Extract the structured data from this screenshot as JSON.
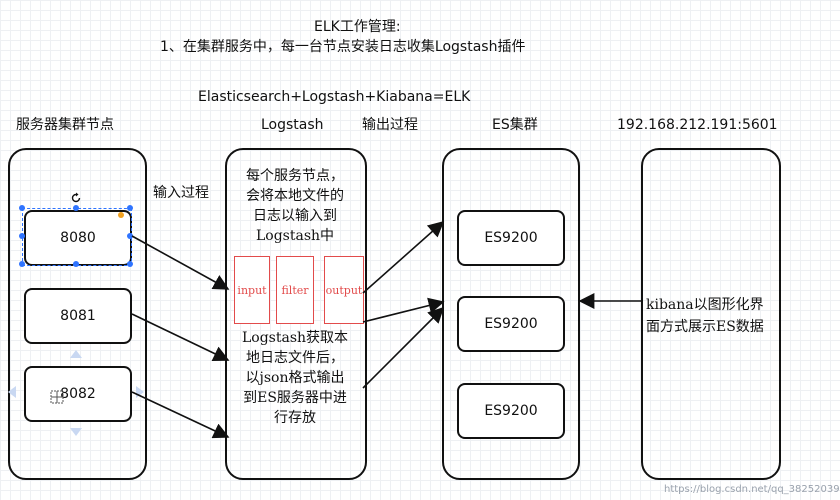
{
  "header": {
    "title": "ELK工作管理:",
    "subtitle": "1、在集群服务中，每一台节点安装日志收集Logstash插件",
    "formula": "Elasticsearch+Logstash+Kiabana=ELK"
  },
  "columns": {
    "servers": "服务器集群节点",
    "logstash": "Logstash",
    "output": "输出过程",
    "es": "ES集群",
    "kibana_addr": "192.168.212.191:5601"
  },
  "input_label": "输入过程",
  "servers": {
    "nodes": [
      "8080",
      "8081",
      "8082"
    ]
  },
  "logstash_box": {
    "top_text": [
      "每个服务节点，",
      "会将本地文件的",
      "日志以输入到",
      "Logstash中"
    ],
    "pipeline": [
      "input",
      "filter",
      "output"
    ],
    "bottom_text": [
      "Logstash获取本",
      "地日志文件后，",
      "以json格式输出",
      "到ES服务器中进",
      "行存放"
    ]
  },
  "es_nodes": [
    "ES9200",
    "ES9200",
    "ES9200"
  ],
  "kibana_text": [
    "kibana以图形化界",
    "面方式展示ES数据"
  ],
  "watermark": "https://blog.csdn.net/qq_38252039",
  "icons": {
    "rotate": "rotate-icon",
    "grid": "grid-icon"
  },
  "colors": {
    "pipeline": "#e24b4b",
    "selection": "#2f74ff"
  }
}
